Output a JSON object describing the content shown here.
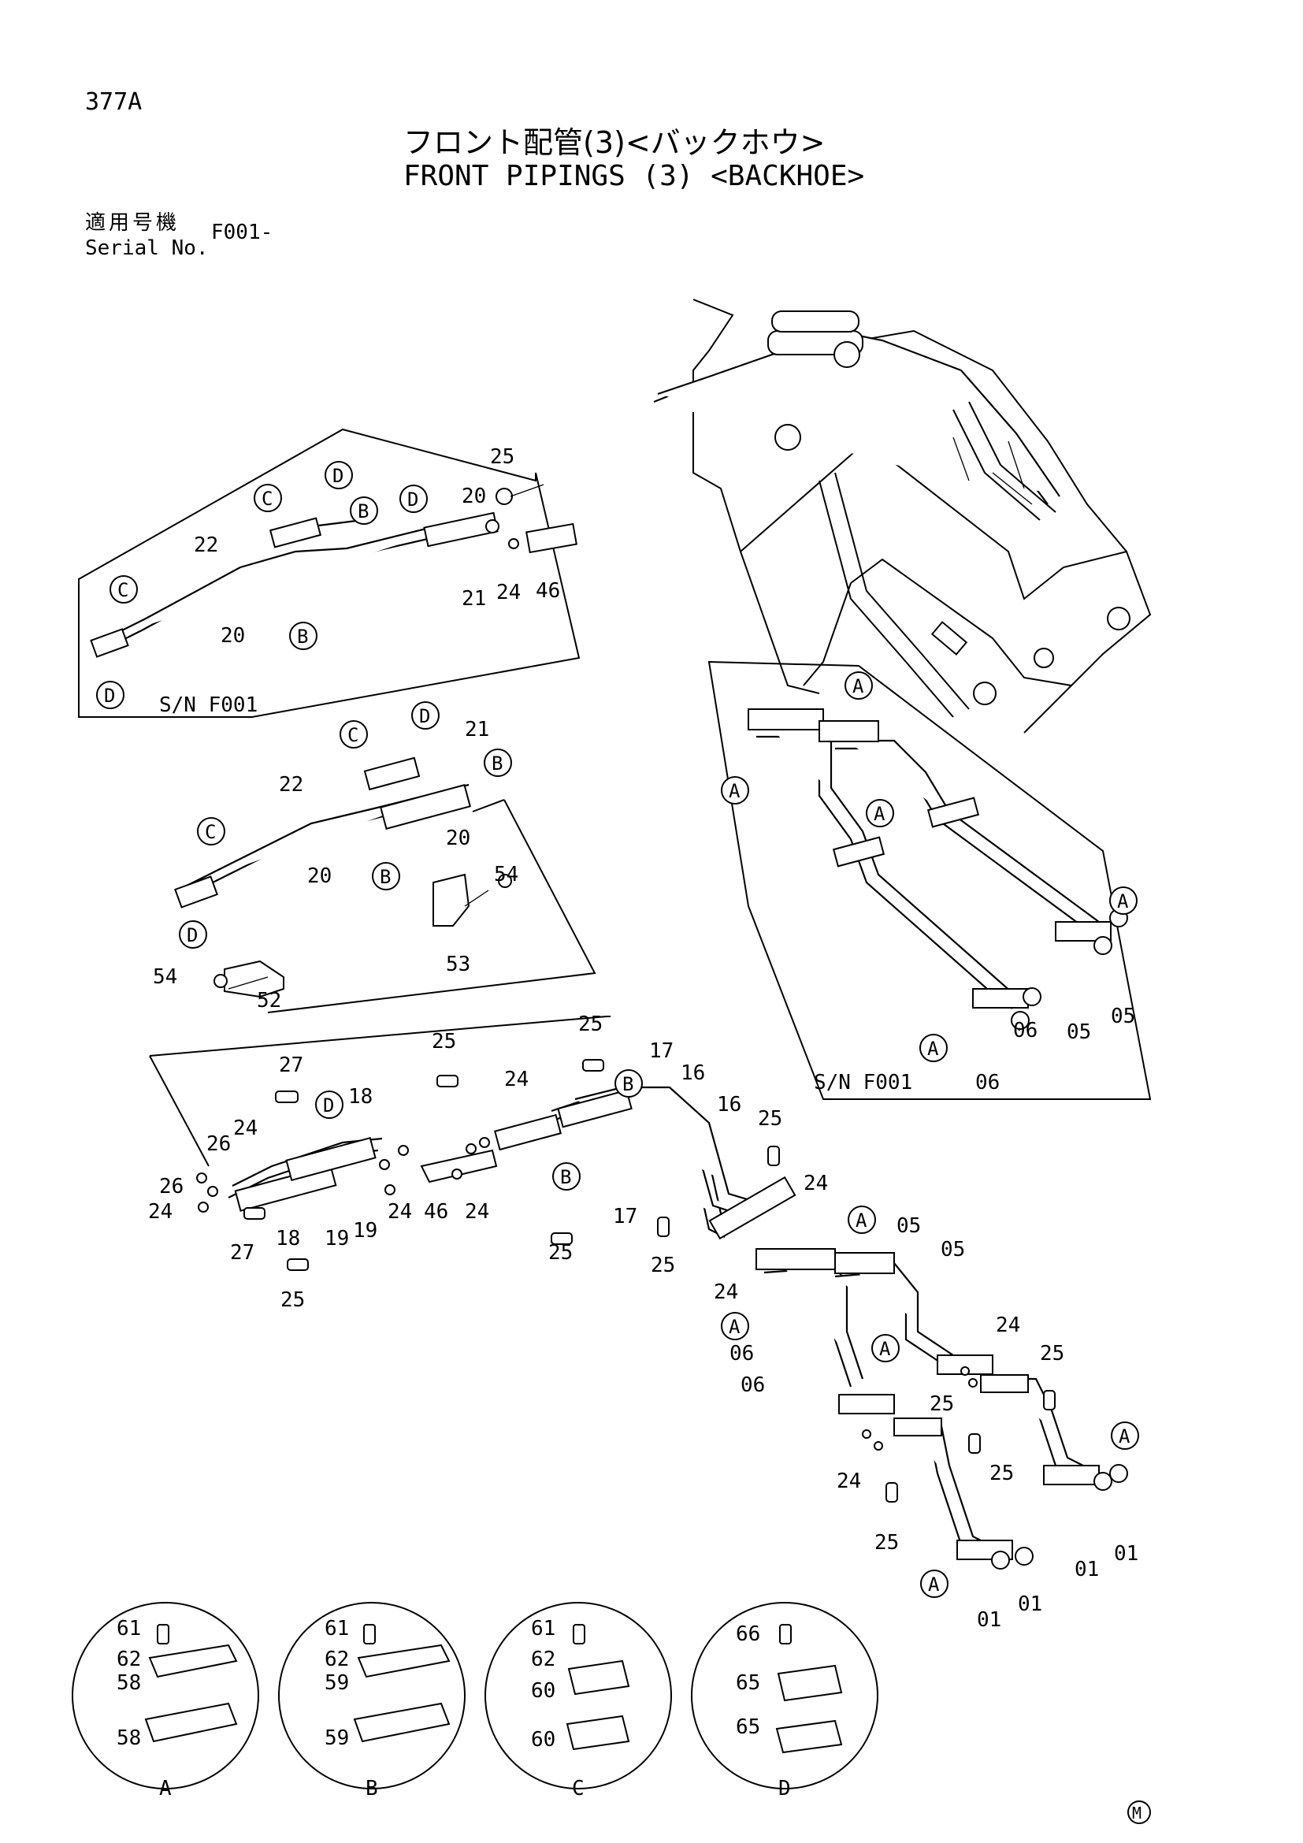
{
  "page_number": "377A",
  "title_jp": "フロント配管(3)<バックホウ>",
  "title_en": "FRONT PIPINGS (3) <BACKHOE>",
  "serial_label_jp": "適用号機",
  "serial_label_en": "Serial No.",
  "serial_value": "F001-",
  "inset_labels": {
    "left_top": "S/N F001",
    "right": "S/N F001"
  },
  "ref_letters": {
    "A": "A",
    "B": "B",
    "C": "C",
    "D": "D"
  },
  "parts": {
    "p01": "01",
    "p05": "05",
    "p06": "06",
    "p16": "16",
    "p17": "17",
    "p18": "18",
    "p19": "19",
    "p20": "20",
    "p21": "21",
    "p22": "22",
    "p24": "24",
    "p25": "25",
    "p26": "26",
    "p27": "27",
    "p46": "46",
    "p52": "52",
    "p53": "53",
    "p54": "54",
    "p58": "58",
    "p59": "59",
    "p60": "60",
    "p61": "61",
    "p62": "62",
    "p65": "65",
    "p66": "66"
  },
  "detail_views": [
    "A",
    "B",
    "C",
    "D"
  ],
  "footer_mark": "M"
}
